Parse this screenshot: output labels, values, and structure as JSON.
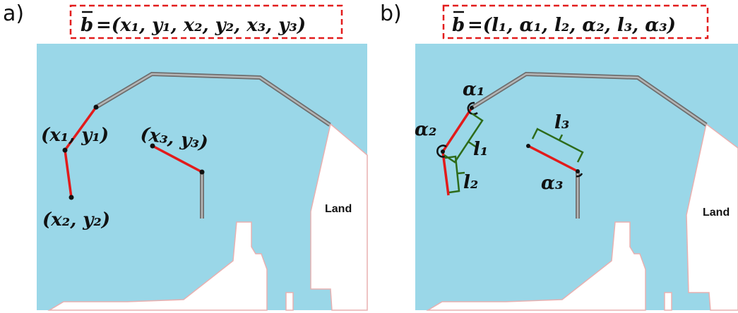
{
  "panels": [
    {
      "label": "a)",
      "formula": {
        "lhs": "b",
        "rhs": "=(x₁, y₁, x₂, y₂, x₃, y₃)"
      },
      "land_label": "Land",
      "point_labels": [
        "(x₁, y₁)",
        "(x₂, y₂)",
        "(x₃, y₃)"
      ]
    },
    {
      "label": "b)",
      "formula": {
        "lhs": "b",
        "rhs": "=(l₁, α₁, l₂, α₂, l₃, α₃)"
      },
      "land_label": "Land",
      "param_labels": [
        "α₁",
        "α₂",
        "α₃",
        "l₁",
        "l₂",
        "l₃"
      ]
    }
  ],
  "colors": {
    "water": "#9ad7e8",
    "land": "#ffffff",
    "shore_outline": "#e8b0b0",
    "breakwater": "#8c8c8c",
    "segment": "#e21b1b",
    "bracket": "#2e6b1a",
    "formula_border": "#e21b1b"
  }
}
